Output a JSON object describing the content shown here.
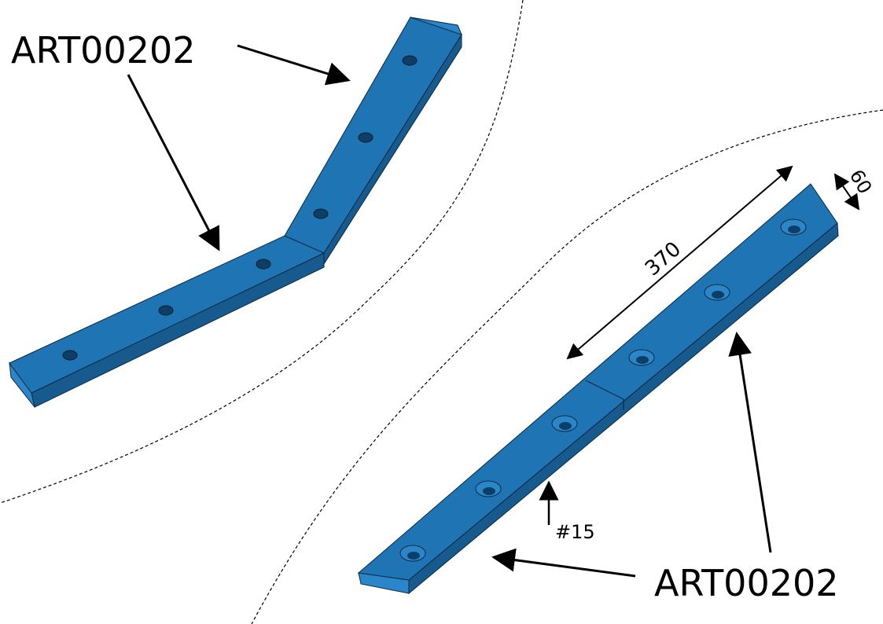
{
  "labels": {
    "part_top_left": "ART00202",
    "part_bottom_right": "ART00202"
  },
  "dimensions": {
    "length": "370",
    "width": "60",
    "thickness": "#15"
  },
  "colors": {
    "bar_top": "#1f74b4",
    "bar_side": "#165a8e",
    "bar_end": "#2a86c9",
    "outline": "#0a2a44",
    "hole": "#0d3e66"
  }
}
